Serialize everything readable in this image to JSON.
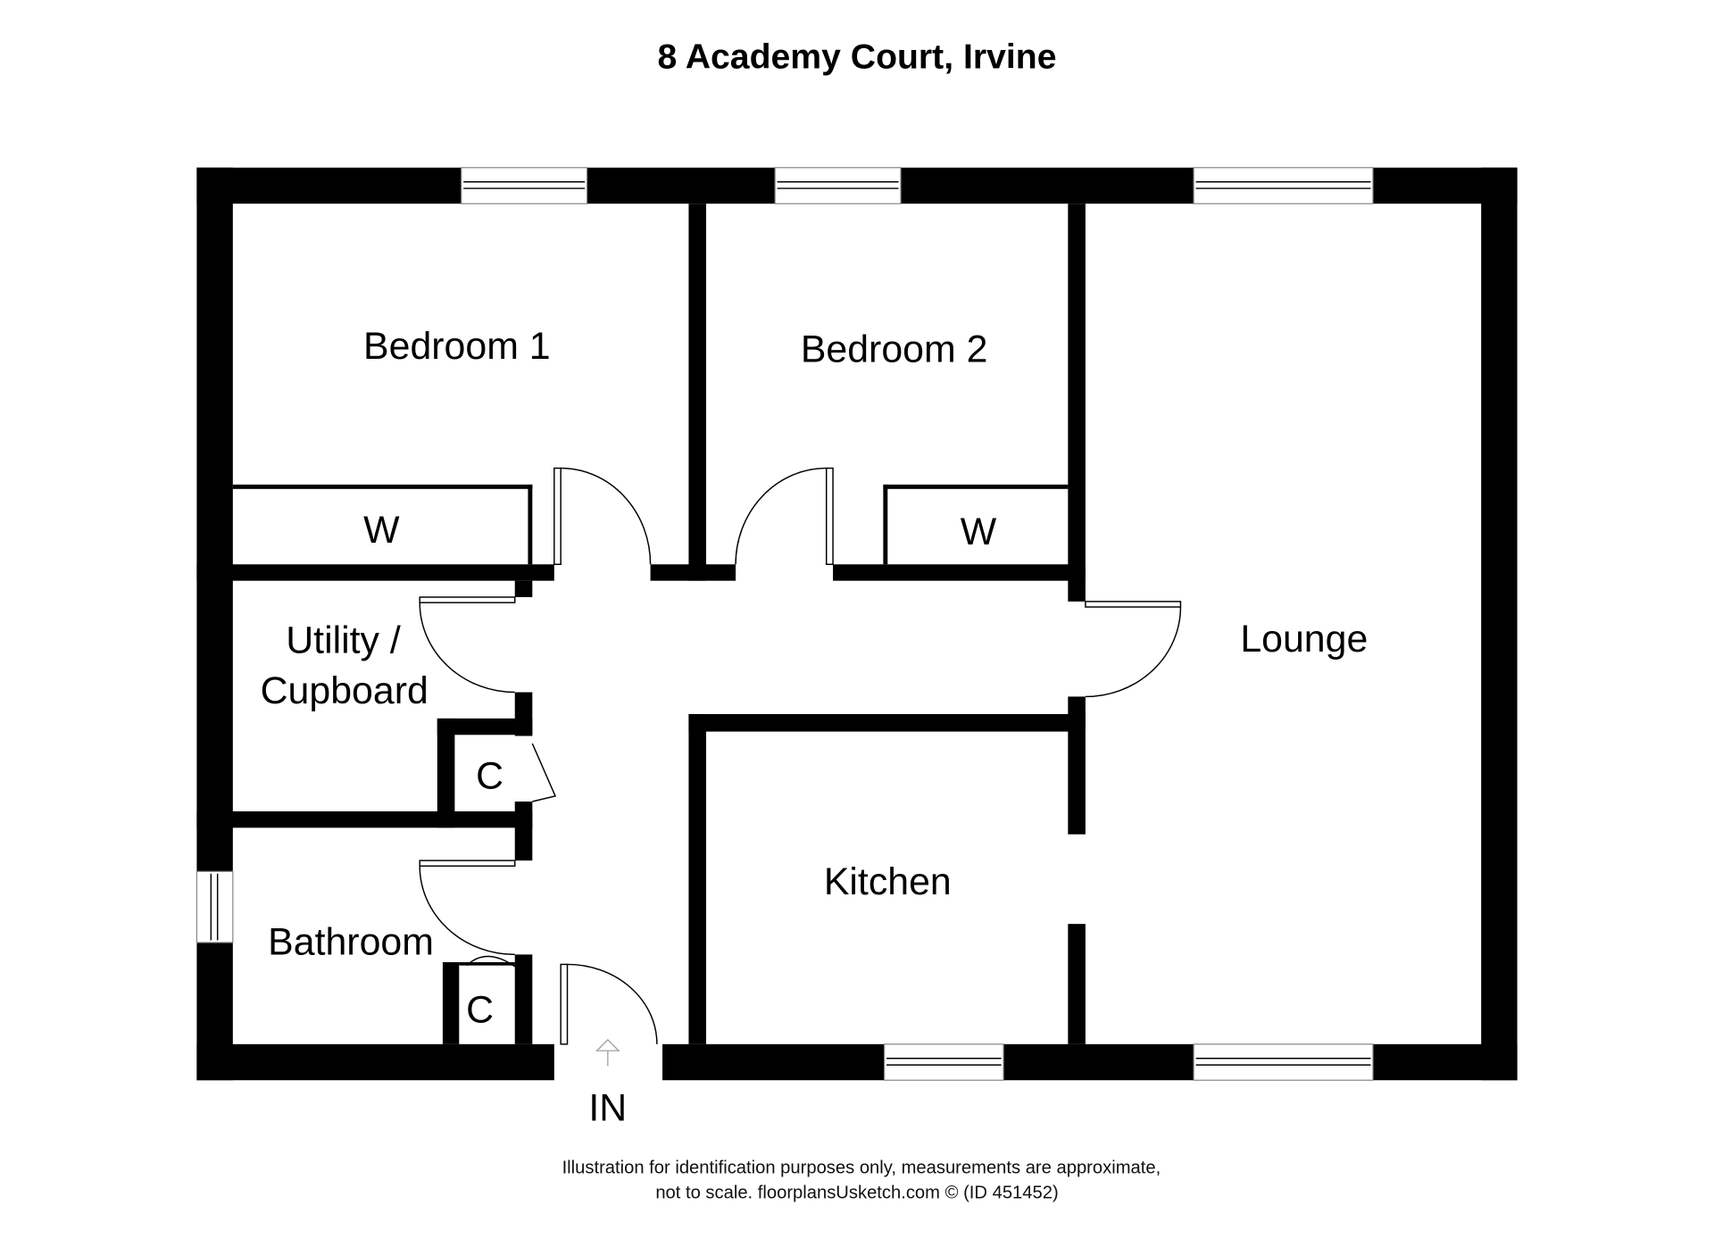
{
  "title": "8 Academy Court, Irvine",
  "rooms": {
    "bedroom1": "Bedroom 1",
    "bedroom2": "Bedroom 2",
    "wardrobe1": "W",
    "wardrobe2": "W",
    "utility_line1": "Utility /",
    "utility_line2": "Cupboard",
    "cupboard1": "C",
    "cupboard2": "C",
    "bathroom": "Bathroom",
    "kitchen": "Kitchen",
    "lounge": "Lounge"
  },
  "entrance": "IN",
  "footer": {
    "line1": "Illustration for identification purposes only, measurements are approximate,",
    "line2": "not to scale. floorplansUsketch.com © (ID 451452)"
  }
}
